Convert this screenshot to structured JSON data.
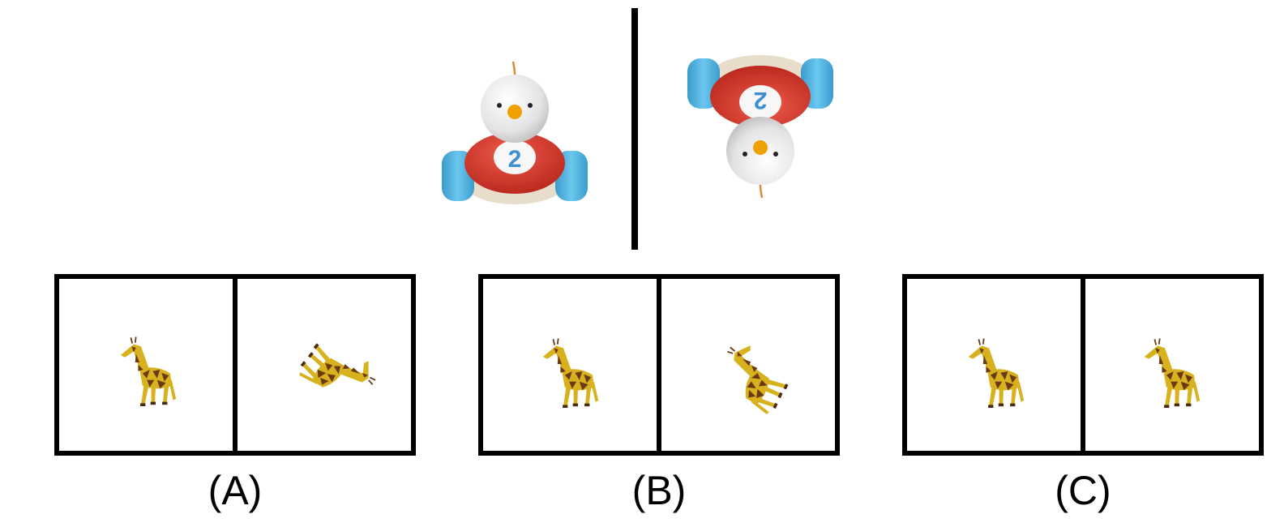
{
  "example": {
    "toy_left": {
      "number": "2",
      "icon": "toy-bird-car-icon"
    },
    "toy_right": {
      "number": "2",
      "icon": "toy-bird-car-icon",
      "rotation_deg": 180
    }
  },
  "options": [
    {
      "label": "(A)",
      "left_rotation_deg": 0,
      "right_rotation_deg": 130
    },
    {
      "label": "(B)",
      "left_rotation_deg": 0,
      "right_rotation_deg": -65
    },
    {
      "label": "(C)",
      "left_rotation_deg": 0,
      "right_rotation_deg": 0
    }
  ],
  "colors": {
    "giraffe_body": "#d8b21e",
    "giraffe_spots": "#6b3a14",
    "toy_red": "#d63a2e",
    "toy_blue_wheel": "#4fb3e0",
    "toy_white": "#e9e9e9",
    "toy_orange": "#f0a000"
  }
}
